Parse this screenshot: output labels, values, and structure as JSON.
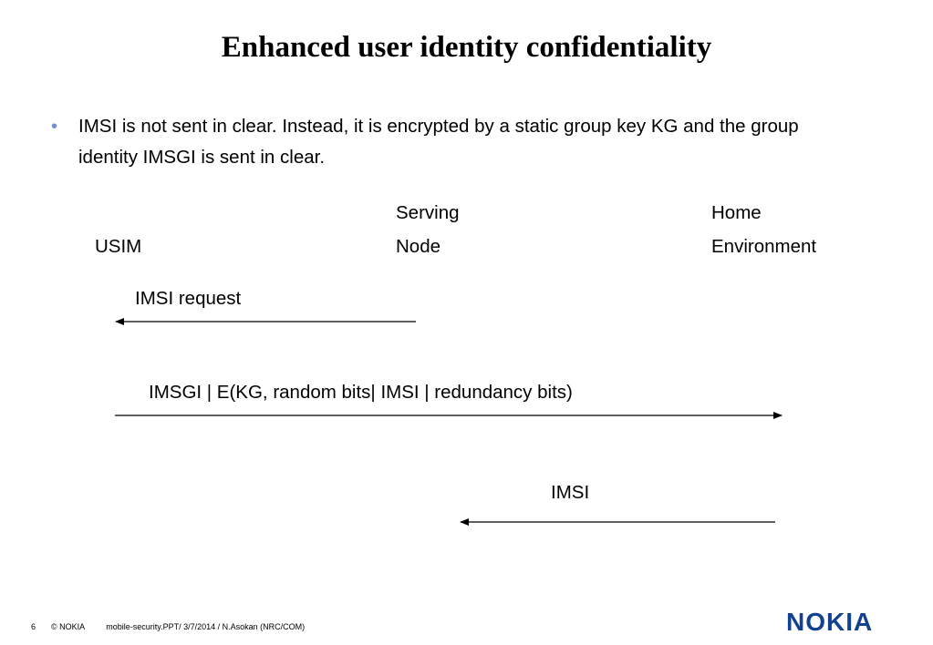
{
  "title": "Enhanced user identity confidentiality",
  "bullets": [
    "IMSI is not sent in clear. Instead, it is encrypted by a static group key KG and the group identity IMSGI is sent in clear."
  ],
  "parties": {
    "usim": "USIM",
    "serving_line1": "Serving",
    "serving_line2": "Node",
    "home_line1": "Home",
    "home_line2": "Environment"
  },
  "messages": [
    {
      "label": "IMSI request",
      "direction": "right-to-left"
    },
    {
      "label": "IMSGI | E(KG, random bits| IMSI | redundancy bits)",
      "direction": "left-to-right"
    },
    {
      "label": "IMSI",
      "direction": "right-to-left"
    }
  ],
  "footer": {
    "page_number": "6",
    "copyright": "© NOKIA",
    "source": "mobile-security.PPT/ 3/7/2014 / N.Asokan (NRC/COM)"
  },
  "logo": {
    "text": "NOKIA",
    "color": "#124191"
  },
  "colors": {
    "bullet": "#6d8fd6"
  }
}
